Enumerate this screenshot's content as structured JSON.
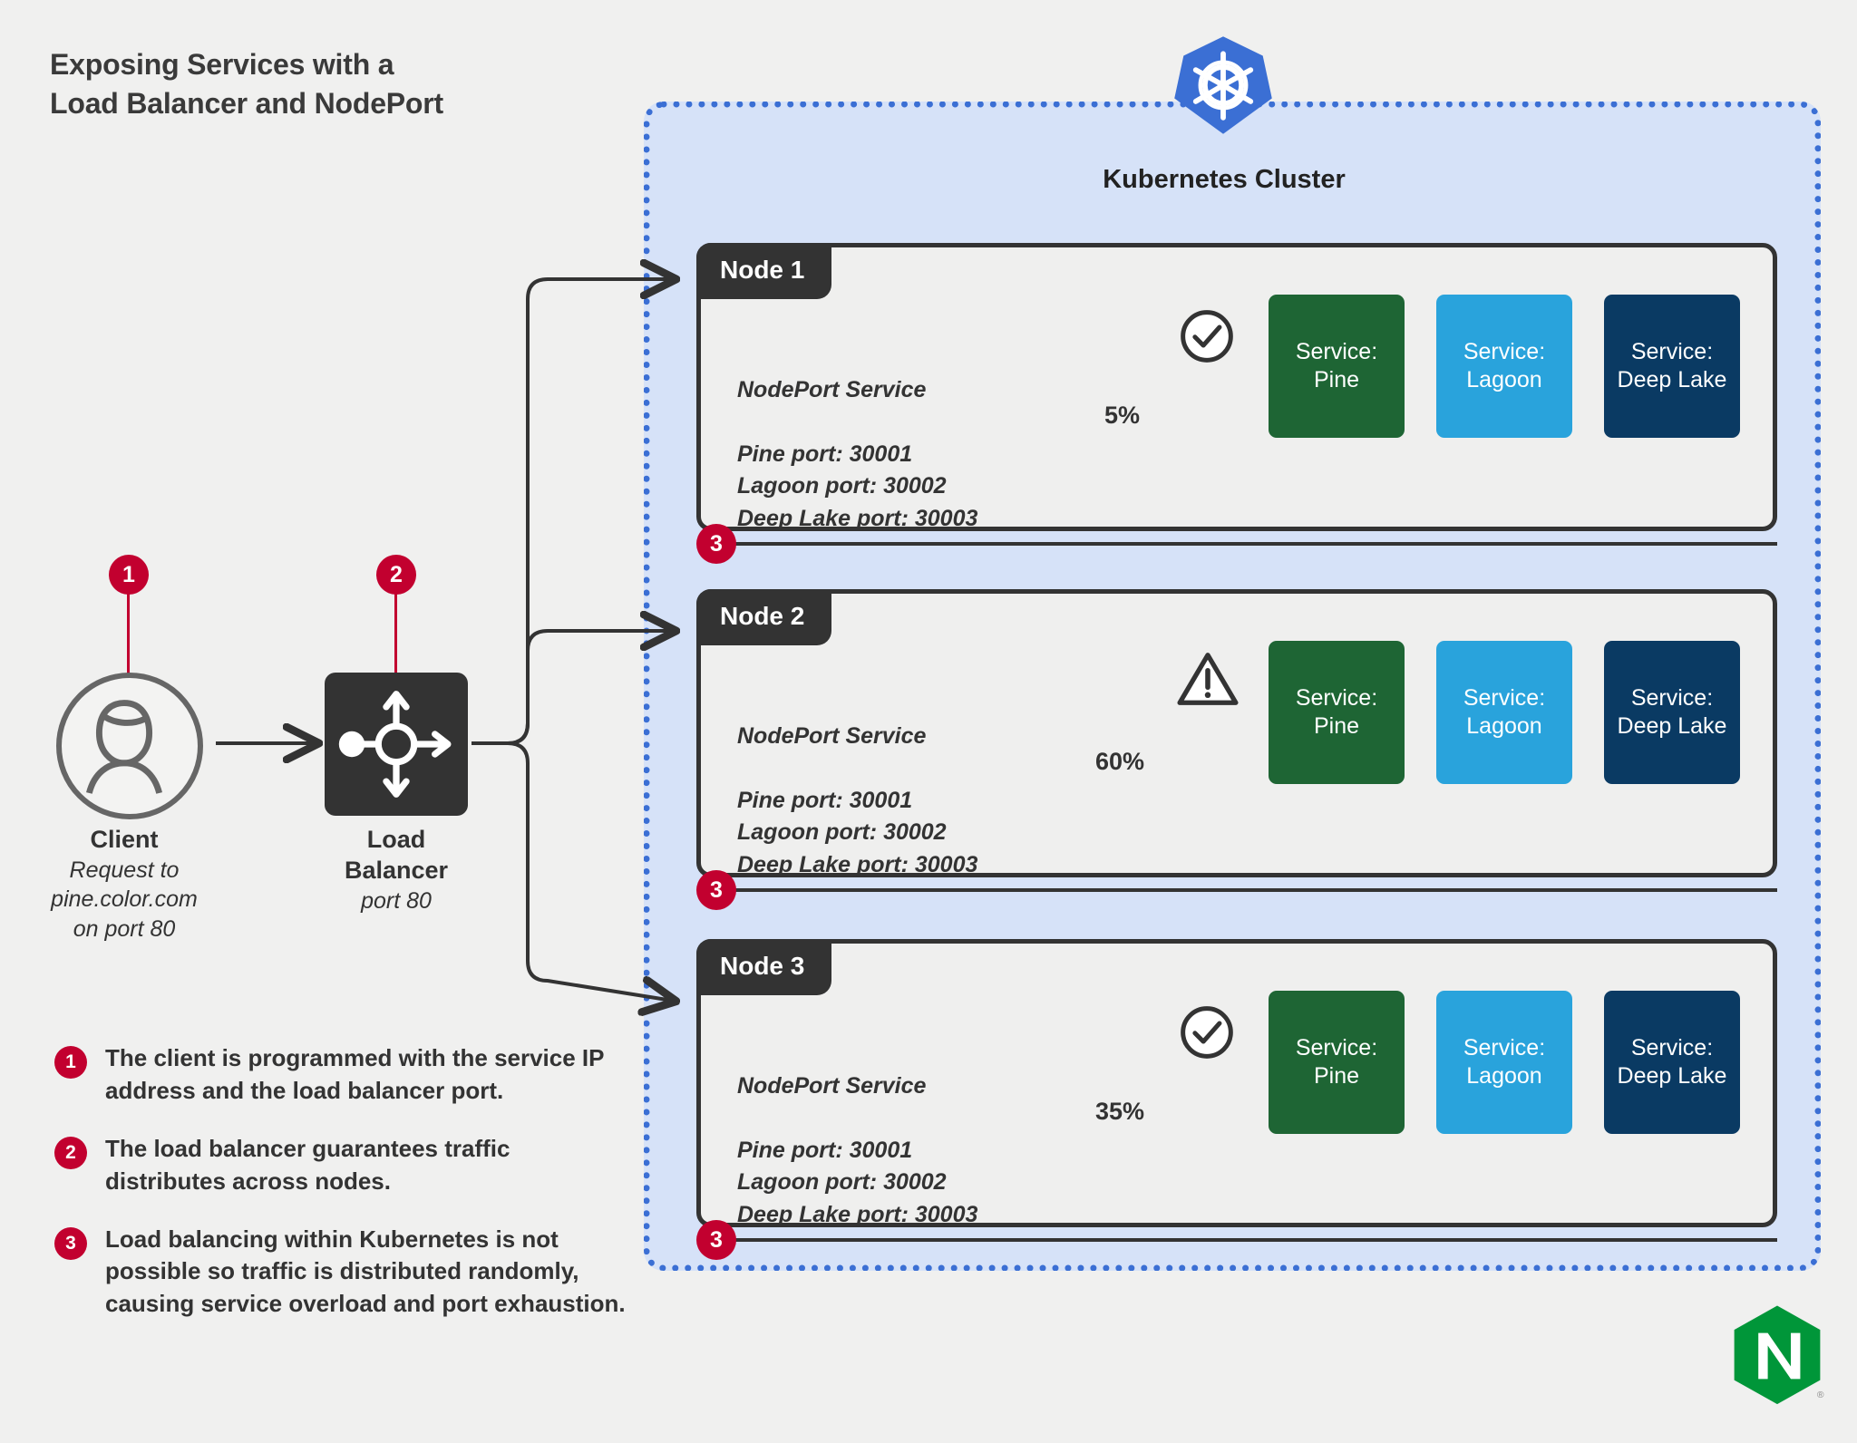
{
  "title": "Exposing Services with a\nLoad Balancer and NodePort",
  "cluster": {
    "label": "Kubernetes Cluster",
    "logo_icon": "kubernetes-helm-icon",
    "border_color": "#3b6fd4",
    "fill_color": "#d6e2f8"
  },
  "client": {
    "icon": "user-avatar-icon",
    "name": "Client",
    "detail": "Request to\npine.color.com\non port 80",
    "marker": "1"
  },
  "load_balancer": {
    "icon": "load-balancer-distribute-icon",
    "name": "Load\nBalancer",
    "detail": "port 80",
    "marker": "2"
  },
  "services": {
    "pine": {
      "label": "Service:\nPine",
      "color": "#1e6534"
    },
    "lagoon": {
      "label": "Service:\nLagoon",
      "color": "#29a3dc"
    },
    "deep_lake": {
      "label": "Service:\nDeep Lake",
      "color": "#0a3a63"
    }
  },
  "nodes": [
    {
      "name": "Node 1",
      "nodeport_title": "NodePort Service",
      "ports": "Pine port: 30001\nLagoon port: 30002\nDeep Lake port: 30003",
      "traffic_pct": "5%",
      "status_icon": "check-circle-icon",
      "marker": "3"
    },
    {
      "name": "Node 2",
      "nodeport_title": "NodePort Service",
      "ports": "Pine port: 30001\nLagoon port: 30002\nDeep Lake port: 30003",
      "traffic_pct": "60%",
      "status_icon": "warning-triangle-icon",
      "marker": "3"
    },
    {
      "name": "Node 3",
      "nodeport_title": "NodePort Service",
      "ports": "Pine port: 30001\nLagoon port: 30002\nDeep Lake port: 30003",
      "traffic_pct": "35%",
      "status_icon": "check-circle-icon",
      "marker": "3"
    }
  ],
  "legend": [
    {
      "number": "1",
      "text": "The client is programmed with the service IP address and the load balancer port."
    },
    {
      "number": "2",
      "text": "The load balancer guarantees traffic distributes across nodes."
    },
    {
      "number": "3",
      "text": "Load balancing within Kubernetes is not possible so traffic is distributed randomly, causing service overload and port exhaustion."
    }
  ],
  "brand": {
    "logo_icon": "nginx-logo-icon",
    "name": "NGINX",
    "registered_mark": "®"
  },
  "colors": {
    "accent_red": "#c2002f",
    "dark": "#333333",
    "background": "#f0f0ef"
  }
}
